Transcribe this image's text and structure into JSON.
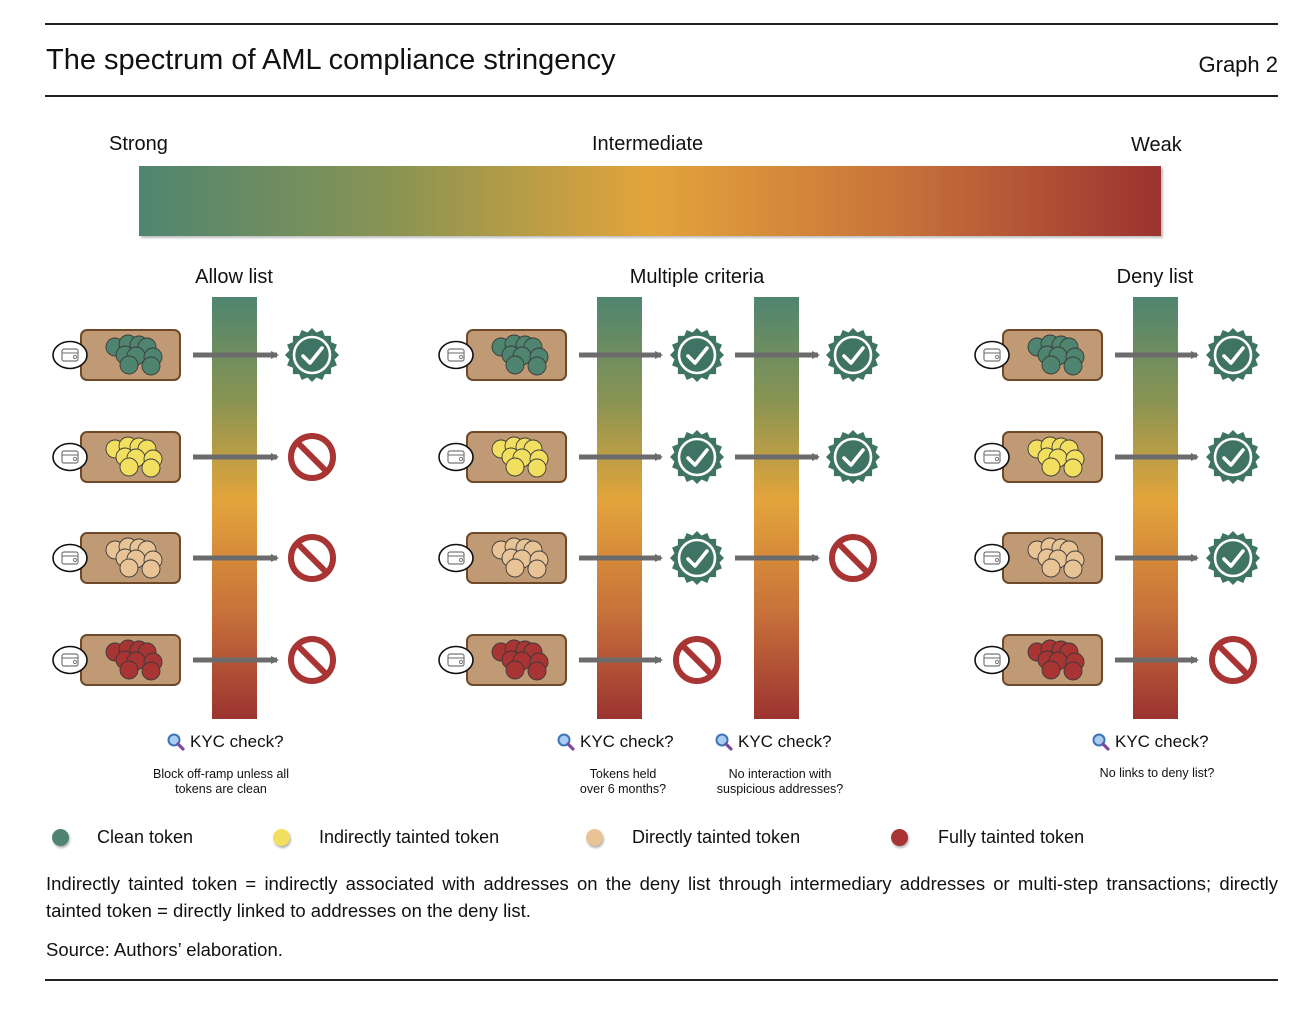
{
  "header": {
    "title": "The spectrum of AML compliance stringency",
    "graph_number": "Graph 2"
  },
  "scale": {
    "strong": "Strong",
    "intermediate": "Intermediate",
    "weak": "Weak"
  },
  "columns": [
    {
      "title": "Allow list",
      "checks": [
        {
          "label": "KYC check?",
          "note_lines": [
            "Block off-ramp unless all",
            "tokens are clean"
          ],
          "outcomes": [
            "approved",
            "blocked",
            "blocked",
            "blocked"
          ]
        }
      ]
    },
    {
      "title": "Multiple criteria",
      "checks": [
        {
          "label": "KYC check?",
          "note_lines": [
            "Tokens held",
            "over 6 months?"
          ],
          "outcomes": [
            "approved",
            "approved",
            "approved",
            "blocked"
          ]
        },
        {
          "label": "KYC check?",
          "note_lines": [
            "No interaction with",
            "suspicious addresses?"
          ],
          "outcomes": [
            "approved",
            "approved",
            "blocked"
          ]
        }
      ]
    },
    {
      "title": "Deny list",
      "checks": [
        {
          "label": "KYC check?",
          "note_lines": [
            "No links to deny list?"
          ],
          "outcomes": [
            "approved",
            "approved",
            "approved",
            "blocked"
          ]
        }
      ]
    }
  ],
  "legend": [
    {
      "label": "Clean token",
      "color": "#4f8570"
    },
    {
      "label": "Indirectly tainted token",
      "color": "#f3df5f"
    },
    {
      "label": "Directly tainted token",
      "color": "#e8c396"
    },
    {
      "label": "Fully tainted token",
      "color": "#a83434"
    }
  ],
  "colors": {
    "approved": "#3f7464",
    "blocked": "#a83434",
    "wallet": "#c09a74",
    "arrow": "#6b6b6b"
  },
  "icons": {
    "approved": "check-badge-icon",
    "blocked": "prohibited-icon",
    "wallet": "wallet-icon",
    "kyc": "magnifier-icon"
  },
  "footnote": "Indirectly tainted token = indirectly associated with addresses on the deny list through intermediary addresses or multi-step transactions; directly tainted token = directly linked to addresses on the deny list.",
  "source": "Source: Authors’ elaboration."
}
